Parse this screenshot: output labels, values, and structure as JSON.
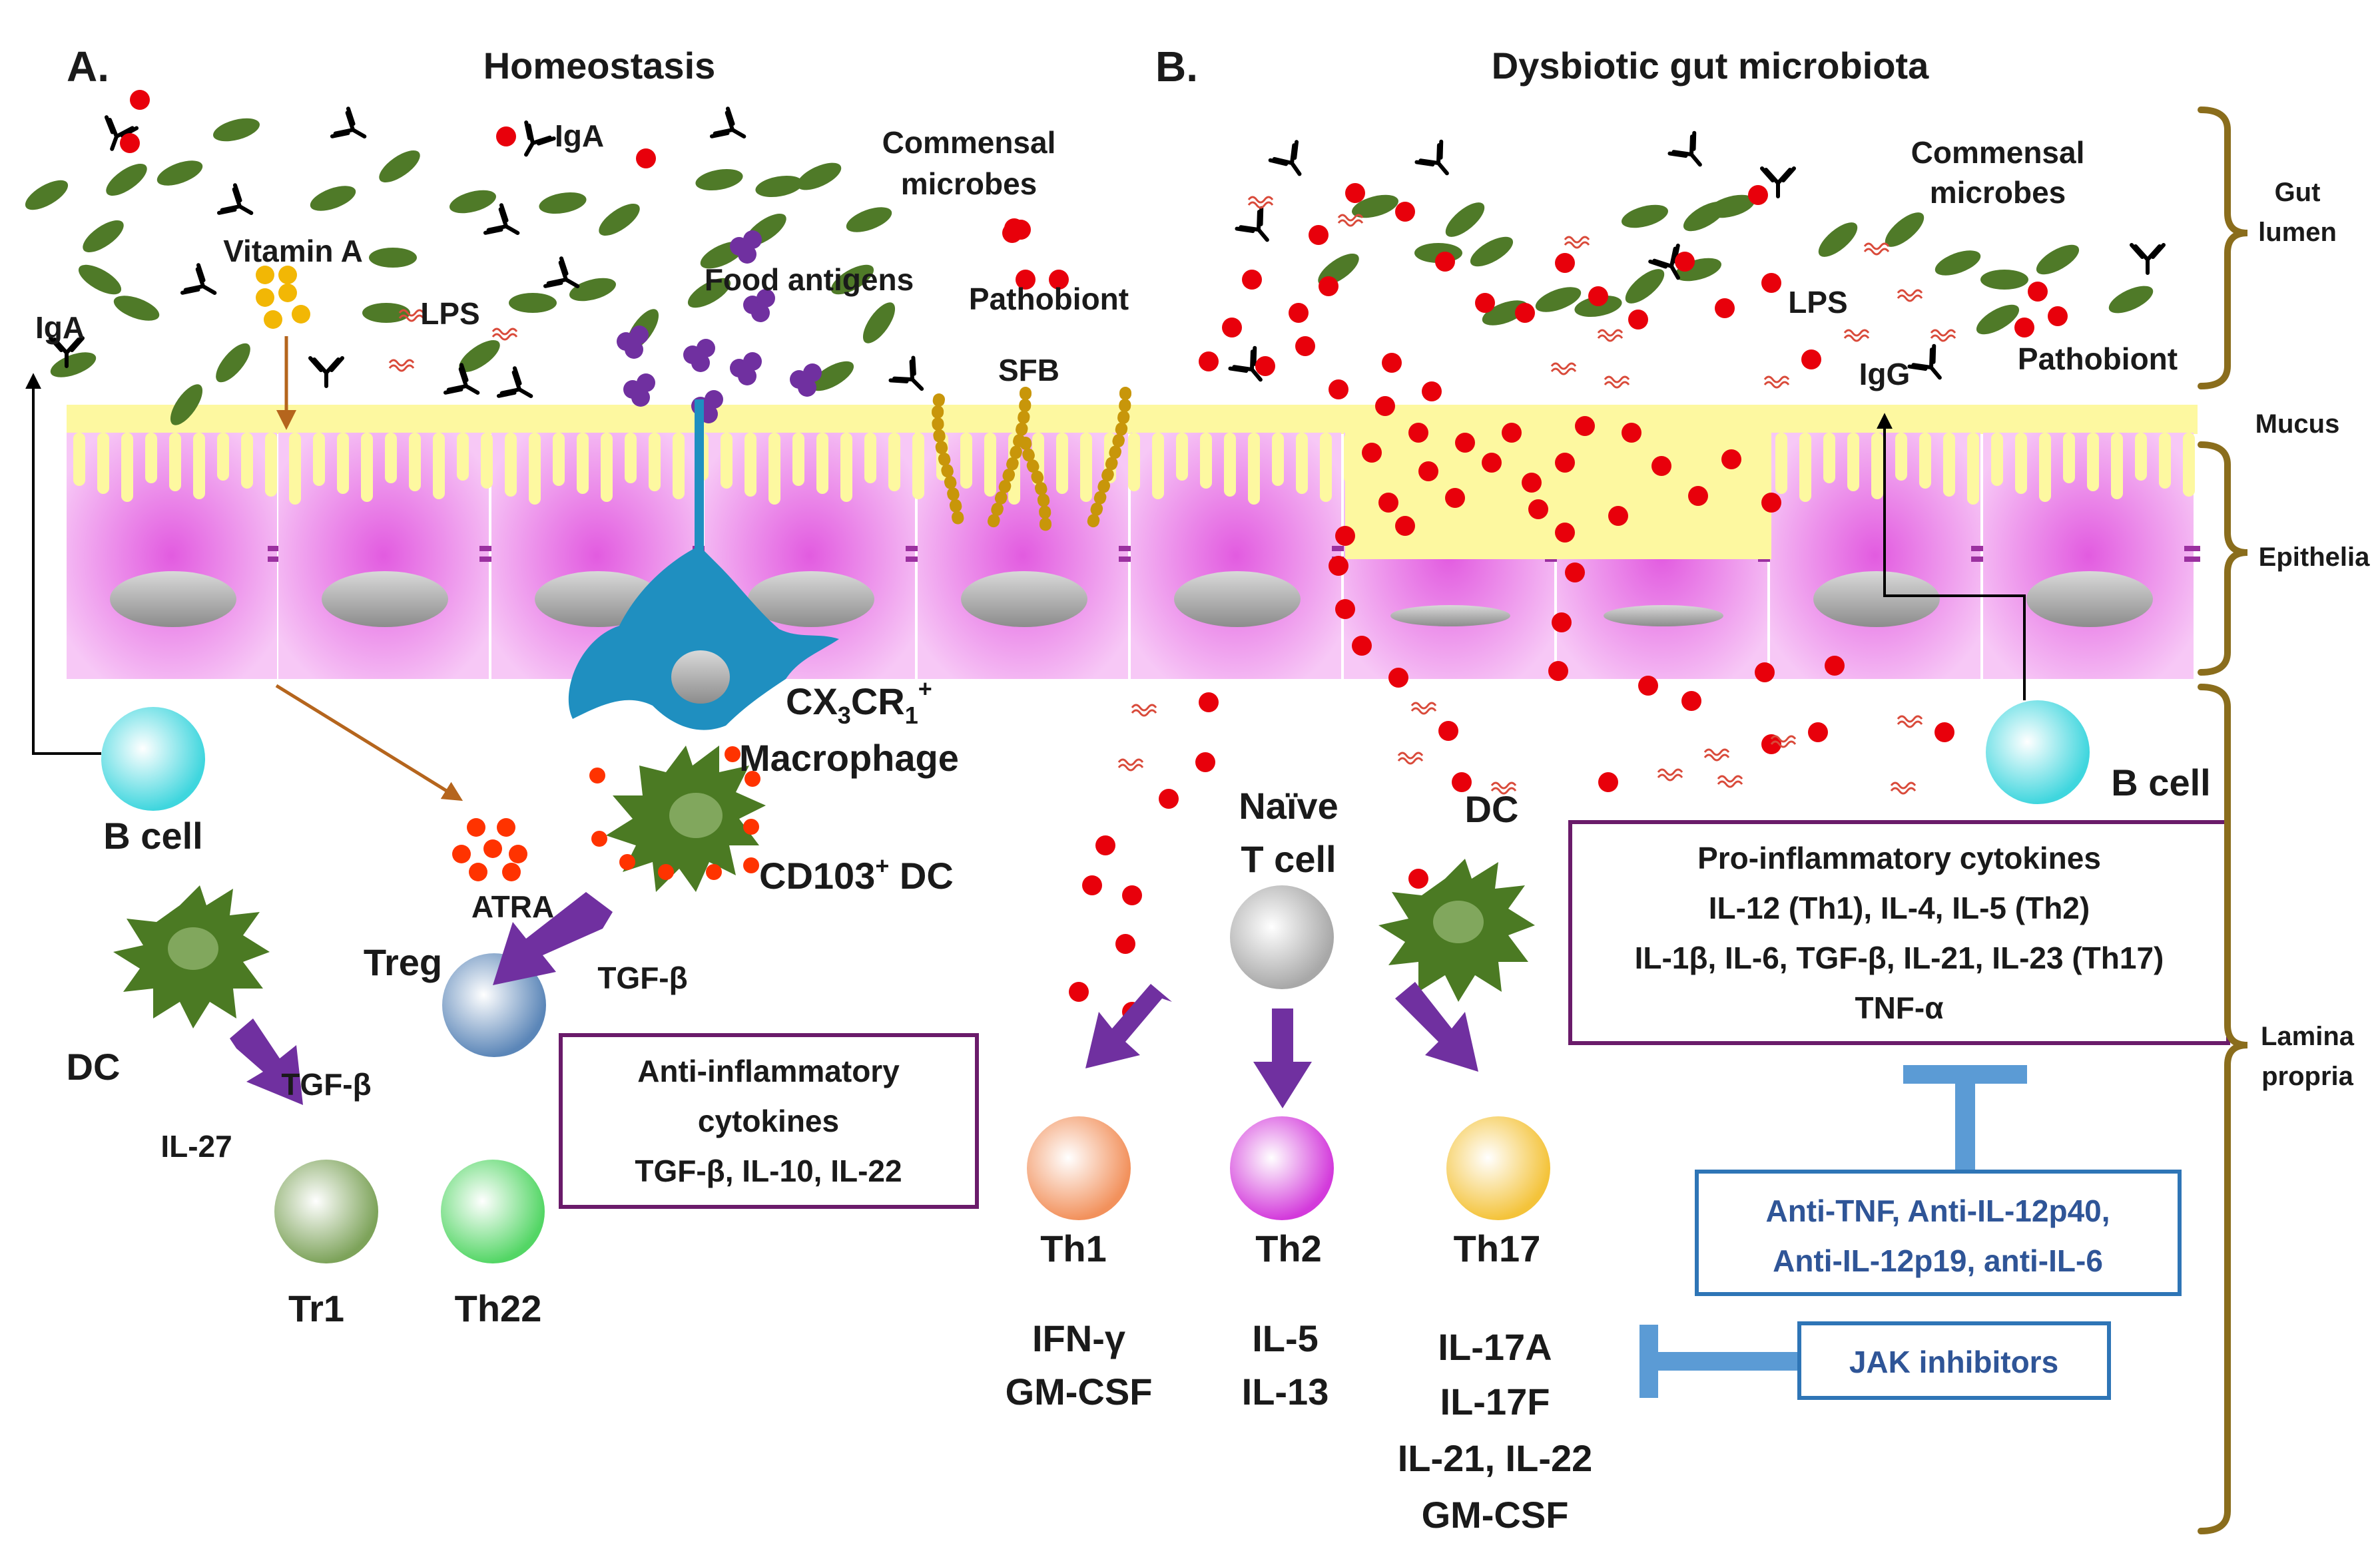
{
  "panels": {
    "a": {
      "letter": "A.",
      "title": "Homeostasis"
    },
    "b": {
      "letter": "B.",
      "title": "Dysbiotic gut microbiota"
    }
  },
  "labels": {
    "commensal_a_1": "Commensal",
    "commensal_a_2": "microbes",
    "commensal_b_1": "Commensal",
    "commensal_b_2": "microbes",
    "vitamin_a": "Vitamin A",
    "iga_1": "IgA",
    "iga_2": "IgA",
    "lps_a": "LPS",
    "lps_b": "LPS",
    "food_antigens": "Food antigens",
    "pathobiont_a": "Pathobiont",
    "pathobiont_b": "Pathobiont",
    "sfb": "SFB",
    "igg": "IgG",
    "cx3cr1_base": "CX",
    "cx3cr1_sub": "3",
    "cx3cr1_mid": "CR",
    "cx3cr1_sub2": "1",
    "cx3cr1_sup": "+",
    "macrophage": "Macrophage",
    "cd103_base": "CD103",
    "cd103_sup": "+",
    "cd103_end": " DC",
    "atra": "ATRA",
    "treg": "Treg",
    "tgfb_1": "TGF-β",
    "tgfb_2": "TGF-β",
    "dc_a": "DC",
    "il27": "IL-27",
    "tr1": "Tr1",
    "th22": "Th22",
    "b_cell_a": "B cell",
    "b_cell_b": "B cell",
    "naive_1": "Naïve",
    "naive_2": "T cell",
    "dc_b": "DC",
    "th1": "Th1",
    "th2": "Th2",
    "th17": "Th17",
    "th1_cyt_1": "IFN-γ",
    "th1_cyt_2": "GM-CSF",
    "th2_cyt_1": "IL-5",
    "th2_cyt_2": "IL-13",
    "th17_cyt_1": "IL-17A",
    "th17_cyt_2": "IL-17F",
    "th17_cyt_3": "IL-21, IL-22",
    "th17_cyt_4": "GM-CSF"
  },
  "boxes": {
    "anti_inflammatory": {
      "line1": "Anti-inflammatory",
      "line2": "cytokines",
      "line3": "TGF-β, IL-10, IL-22"
    },
    "pro_inflammatory": {
      "line1": "Pro-inflammatory cytokines",
      "line2": "IL-12 (Th1), IL-4, IL-5 (Th2)",
      "line3": "IL-1β, IL-6, TGF-β, IL-21, IL-23 (Th17)",
      "line4": "TNF-α"
    },
    "biologics": {
      "line1": "Anti-TNF, Anti-IL-12p40,",
      "line2": "Anti-IL-12p19, anti-IL-6"
    },
    "jak": {
      "line1": "JAK inhibitors"
    }
  },
  "side_labels": {
    "gut_1": "Gut",
    "gut_2": "lumen",
    "mucus": "Mucus",
    "epithelia": "Epithelia",
    "lamina_1": "Lamina",
    "lamina_2": "propria"
  },
  "colors": {
    "microbe_green": "#4f7a28",
    "pathobiont_red": "#e8000b",
    "mucus_yellow": "#fdf8a0",
    "epithelia_pink": "#f0a6ef",
    "macrophage_blue": "#1f8fc0",
    "dc_green": "#4b7a23",
    "box_purple": "#6a1b6a",
    "inhibitor_blue": "#5b9bd5",
    "bracket_brown": "#8a6d1c"
  }
}
